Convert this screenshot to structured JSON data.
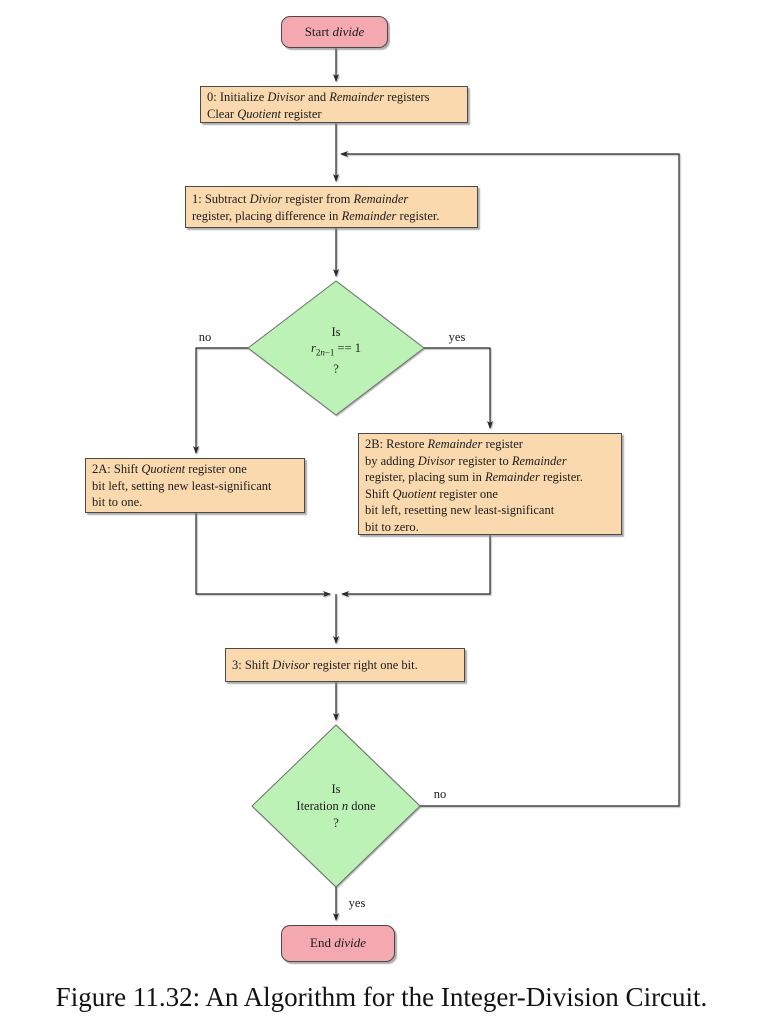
{
  "figure": {
    "caption": "Figure 11.32: An Algorithm for the Integer-Division Circuit."
  },
  "colors": {
    "terminal-fill": "#f4a8b0",
    "terminal-border": "#4a4a4a",
    "process-fill": "#fad9ae",
    "process-border": "#4a4a4a",
    "decision-fill": "#bdf2b6",
    "decision-border": "#6f6f6f",
    "edge": "#2a2a2a",
    "text": "#1c1c1c",
    "background": "#ffffff"
  },
  "flowchart": {
    "nodes": {
      "start": {
        "label": "Start *divide*"
      },
      "step0": {
        "label": "0: Initialize *Divisor* and *Remainder* registers\nClear *Quotient* register"
      },
      "step1": {
        "label": "1: Subtract *Divior* register from *Remainder*\nregister, placing difference in *Remainder* register."
      },
      "decision1": {
        "label": "Is\n*r*~2*n*−1~ == 1\n?"
      },
      "step2a": {
        "label": "2A: Shift *Quotient* register one\nbit left, setting new least-significant\nbit to one."
      },
      "step2b": {
        "label": "2B: Restore *Remainder* register\nby adding *Divisor* register to *Remainder*\nregister, placing sum in *Remainder* register.\nShift *Quotient* register one\nbit left, resetting new least-significant\nbit to zero."
      },
      "step3": {
        "label": "3: Shift *Divisor* register right one bit."
      },
      "decision2": {
        "label": "Is\nIteration *n* done\n?"
      },
      "end": {
        "label": "End *divide*"
      }
    },
    "edge_labels": {
      "decision1_no": "no",
      "decision1_yes": "yes",
      "decision2_no": "no",
      "decision2_yes": "yes"
    }
  }
}
